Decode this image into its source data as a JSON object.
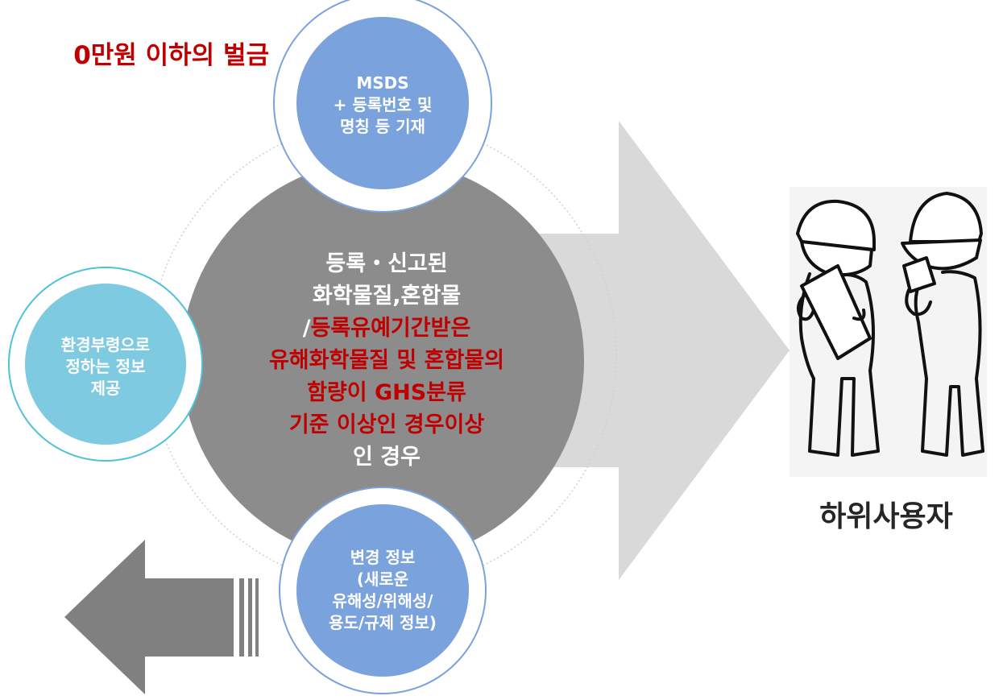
{
  "colors": {
    "fine_red": "#c00000",
    "center_circle": "#8c8c8c",
    "blue_circle": "#7aa2dc",
    "teal_circle": "#7ecae0",
    "teal_ring": "#4dc2d8",
    "blue_ring": "#7aa2dc",
    "big_arrow": "#d9d9d9",
    "small_arrow": "#808080"
  },
  "fine_text": "0만원 이하의 벌금",
  "center": {
    "line1": "등록・신고된",
    "line2": "화학물질,혼합물",
    "line3_slash": "/",
    "line3_red": "등록유예기간받은",
    "line4": "유해화학물질 및 혼합물의",
    "line5": "함량이 GHS분류",
    "line6": "기준 이상인 경우이상",
    "line7": "인 경우"
  },
  "top_circle": {
    "line1": "MSDS",
    "line2": "+ 등록번호 및",
    "line3": "명칭 등 기재"
  },
  "left_circle": {
    "line1": "환경부령으로",
    "line2": "정하는 정보",
    "line3": "제공"
  },
  "bottom_circle": {
    "line1": "변경 정보",
    "line2": "(새로운",
    "line3": "유해성/위해성/",
    "line4": "용도/규제 정보)"
  },
  "user_label": "하위사용자",
  "icons": {
    "workers": "workers-illustration-icon",
    "big_arrow": "arrow-right-icon",
    "small_arrow": "arrow-left-striped-icon"
  }
}
